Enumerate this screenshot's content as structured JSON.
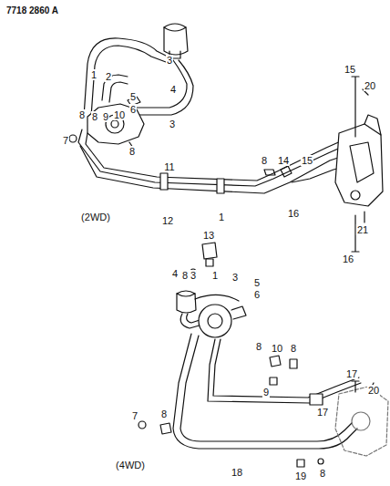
{
  "diagram": {
    "labels": [
      "7718 2860 A",
      "3",
      "1",
      "2",
      "4",
      "5",
      "6",
      "3",
      "8",
      "8",
      "9",
      "10",
      "8",
      "7",
      "11",
      "1",
      "12",
      "(2WD)",
      "13",
      "8",
      "8",
      "14",
      "15",
      "15",
      "20",
      "16",
      "21",
      "16",
      "4",
      "3",
      "1",
      "3",
      "5",
      "6",
      "8",
      "10",
      "8",
      "9",
      "7",
      "8",
      "17",
      "20",
      "17",
      "(4WD)",
      "18",
      "19",
      "8"
    ]
  }
}
